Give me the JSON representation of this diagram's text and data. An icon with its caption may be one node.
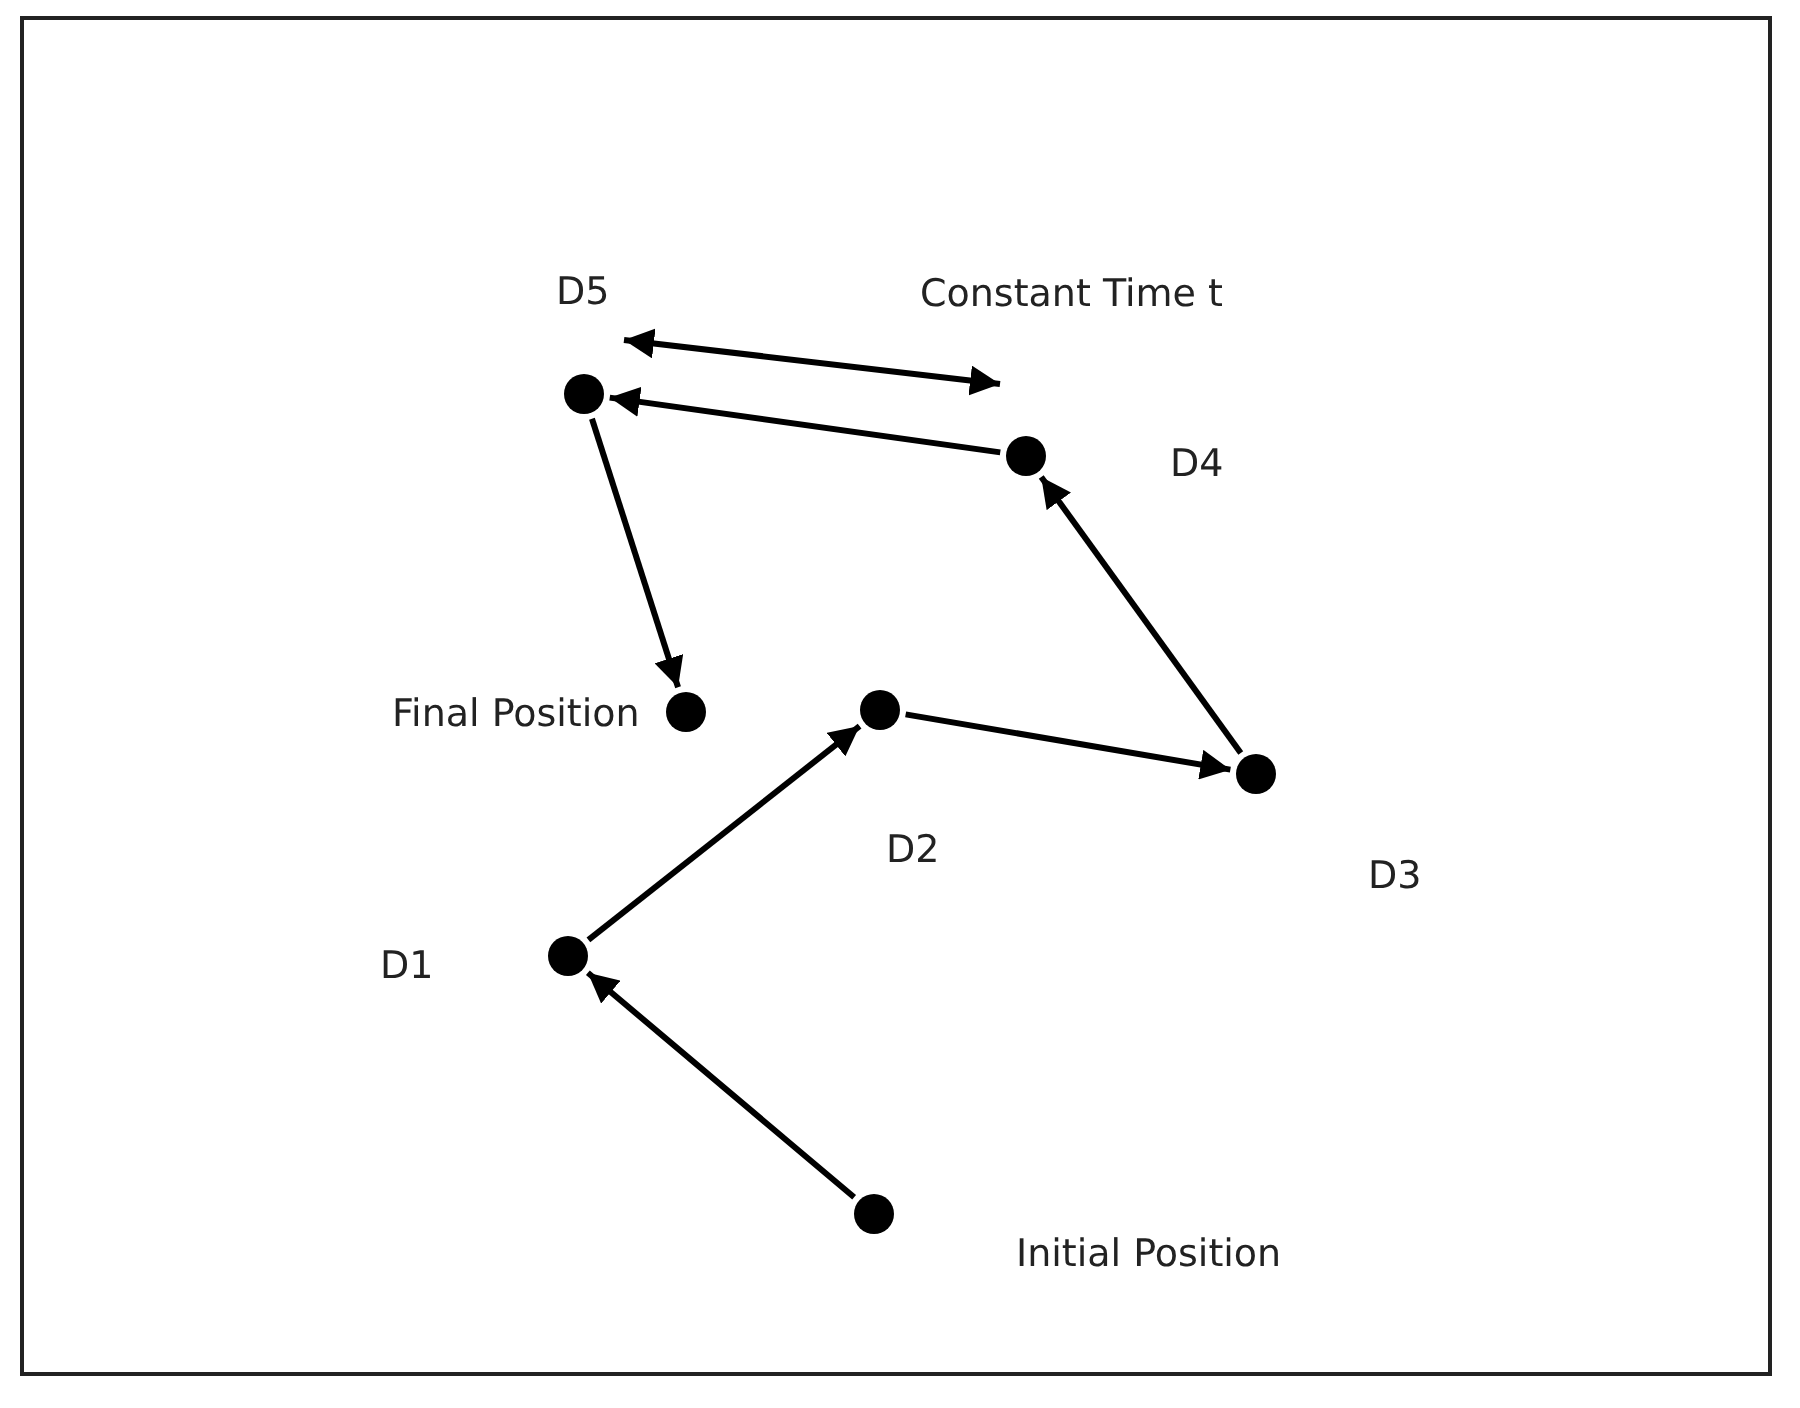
{
  "diagram": {
    "nodes": [
      {
        "text": [],
        "shape": "circle",
        "beside": [
          "D5"
        ]
      },
      {
        "text": [],
        "shape": "circle",
        "beside": [
          "D4"
        ]
      },
      {
        "text": [],
        "shape": "circle",
        "beside": [
          "Final Position"
        ]
      },
      {
        "text": [],
        "shape": "circle",
        "beside": [
          "D2"
        ]
      },
      {
        "text": [],
        "shape": "circle",
        "beside": [
          "D3"
        ]
      },
      {
        "text": [],
        "shape": "circle",
        "beside": [
          "D1"
        ]
      },
      {
        "text": [],
        "shape": "circle",
        "beside": [
          "Initial Position"
        ]
      }
    ],
    "edges": [
      {
        "from": 6,
        "to": 5,
        "arrow": "to"
      },
      {
        "from": 5,
        "to": 3,
        "arrow": "to"
      },
      {
        "from": 3,
        "to": 4,
        "arrow": "to"
      },
      {
        "from": 4,
        "to": 1,
        "arrow": "to"
      },
      {
        "from": 1,
        "to": 0,
        "arrow": "to"
      },
      {
        "from": 0,
        "to": 2,
        "arrow": "to"
      }
    ],
    "labels": [
      "Constant Time t"
    ]
  }
}
